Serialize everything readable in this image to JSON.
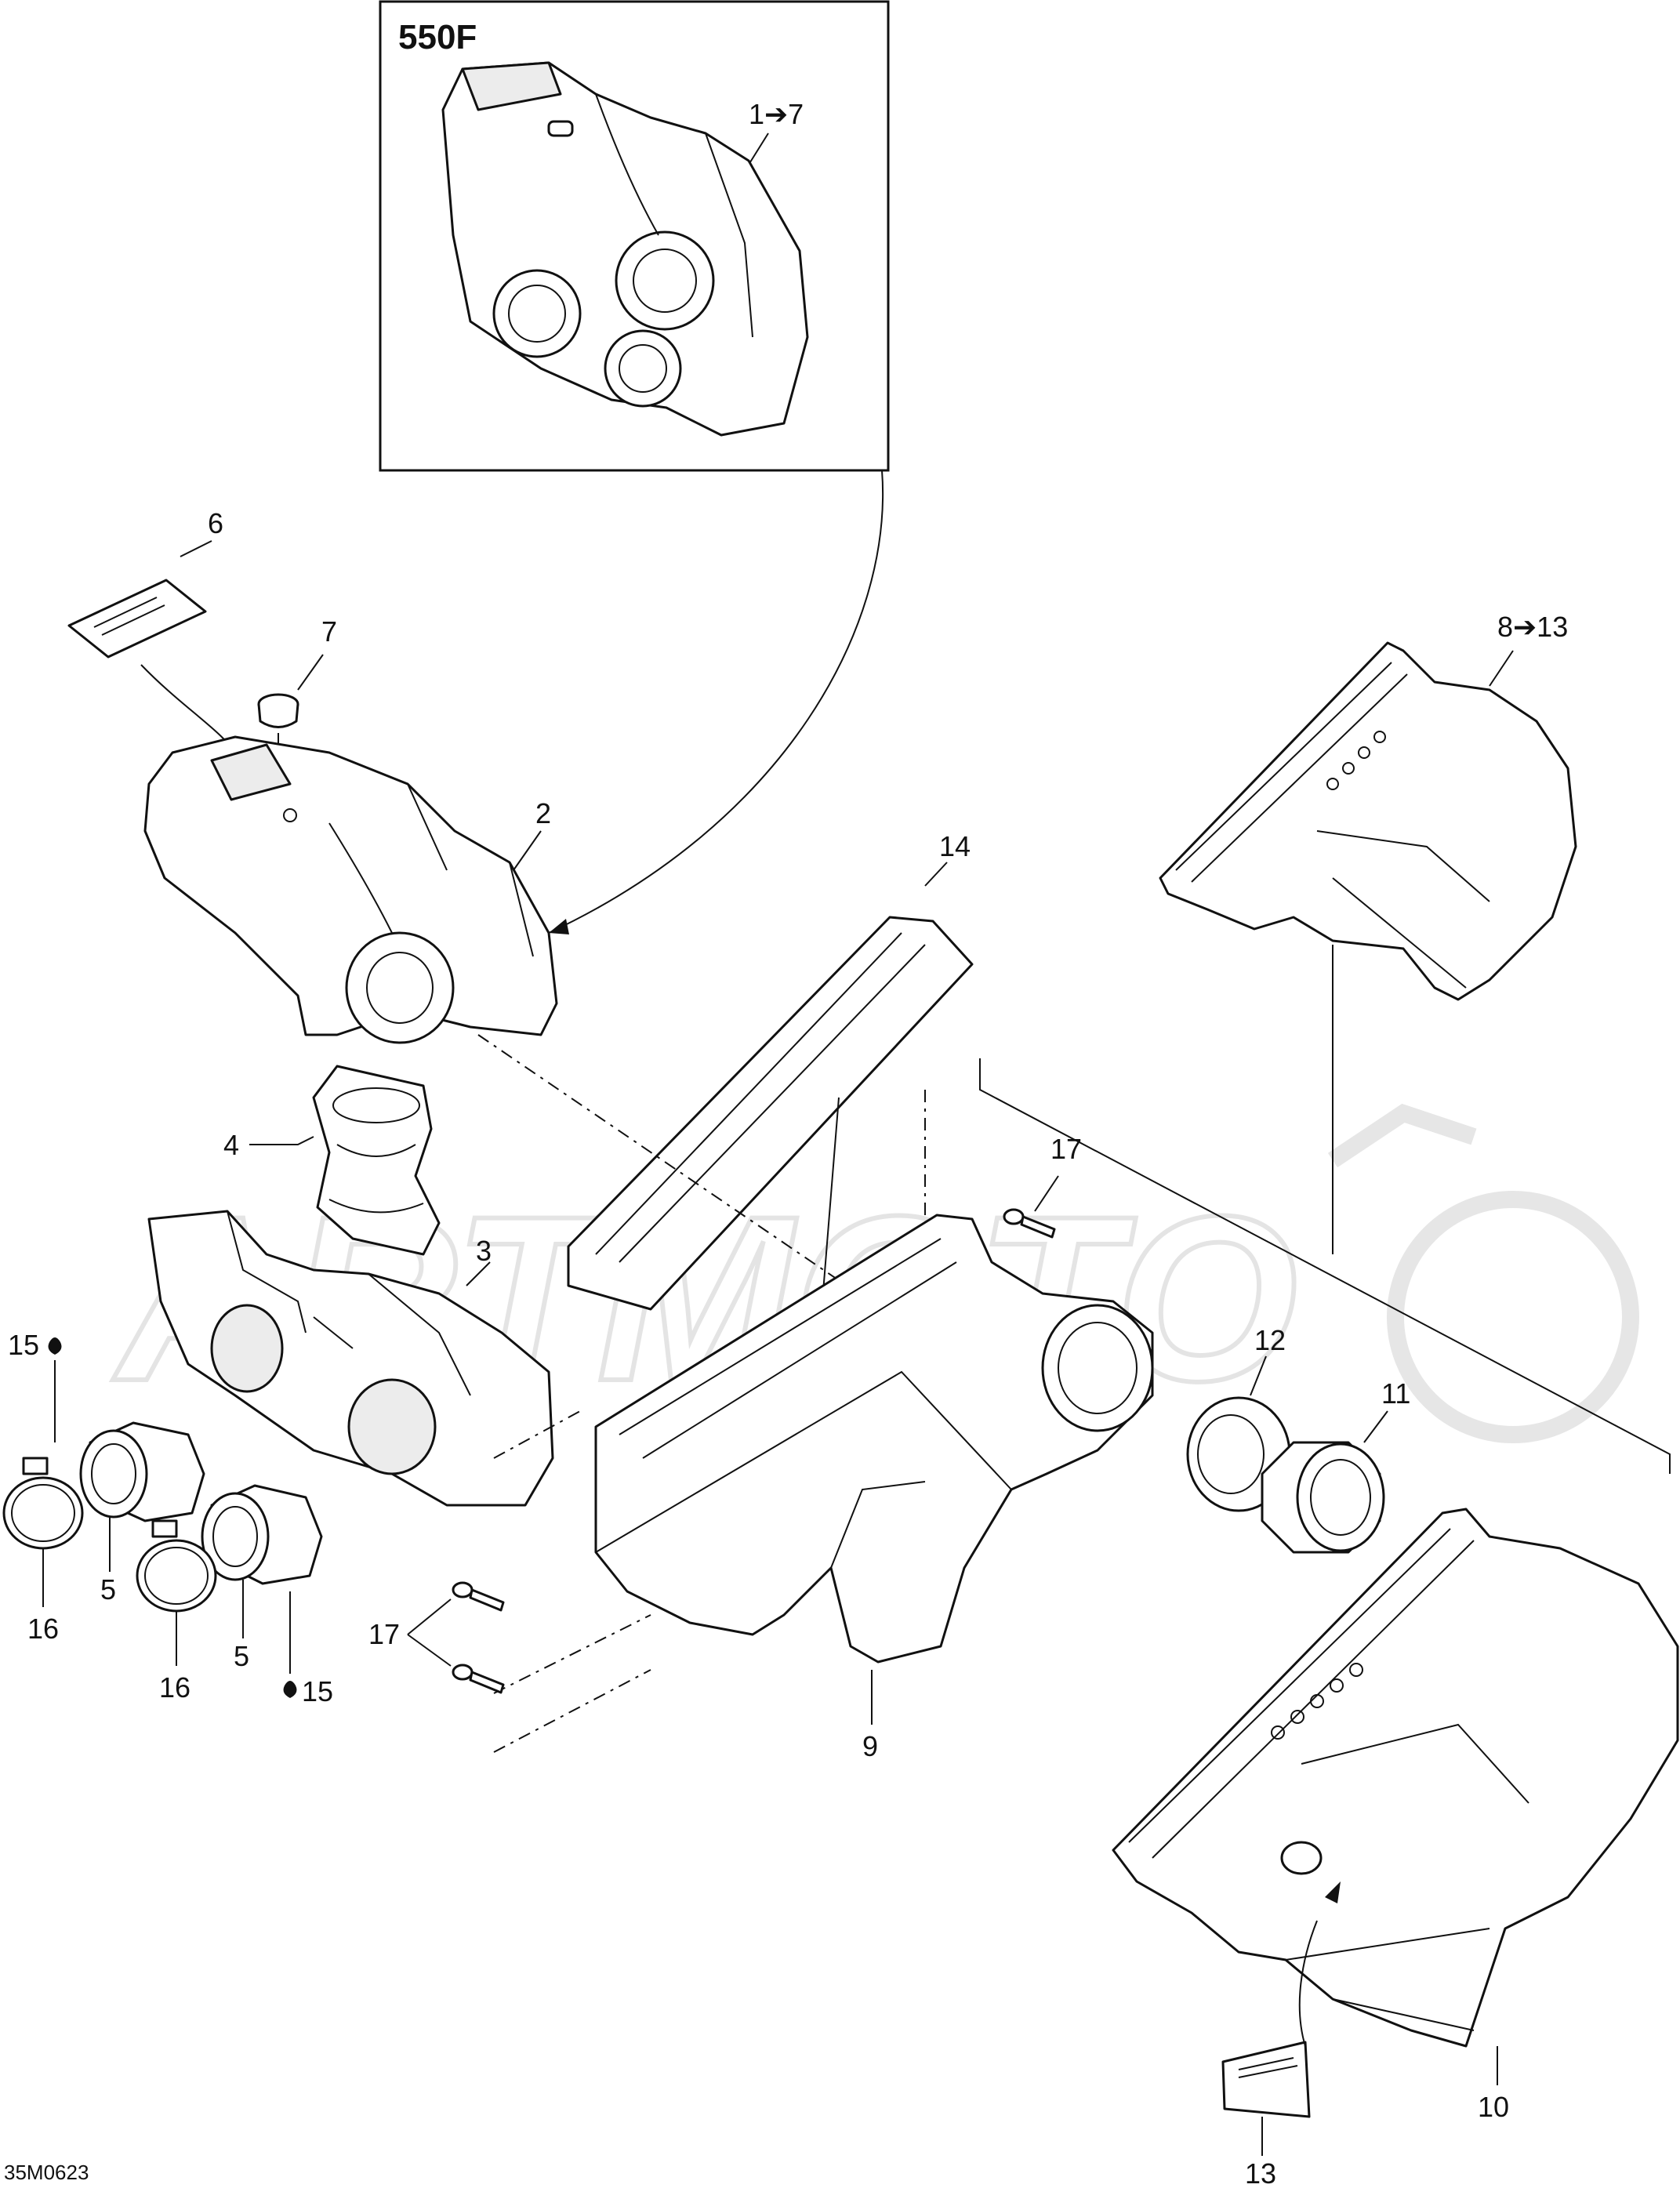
{
  "diagram": {
    "code": "35M0623",
    "inset_label": "550F",
    "inset_range": "1➔7",
    "kit_range": "8➔13",
    "callouts": {
      "c2": "2",
      "c3": "3",
      "c4": "4",
      "c5a": "5",
      "c5b": "5",
      "c6": "6",
      "c7": "7",
      "c9": "9",
      "c10": "10",
      "c11": "11",
      "c12": "12",
      "c13": "13",
      "c14": "14",
      "c15a": "15",
      "c15b": "15",
      "c16a": "16",
      "c16b": "16",
      "c17a": "17",
      "c17b": "17"
    }
  }
}
